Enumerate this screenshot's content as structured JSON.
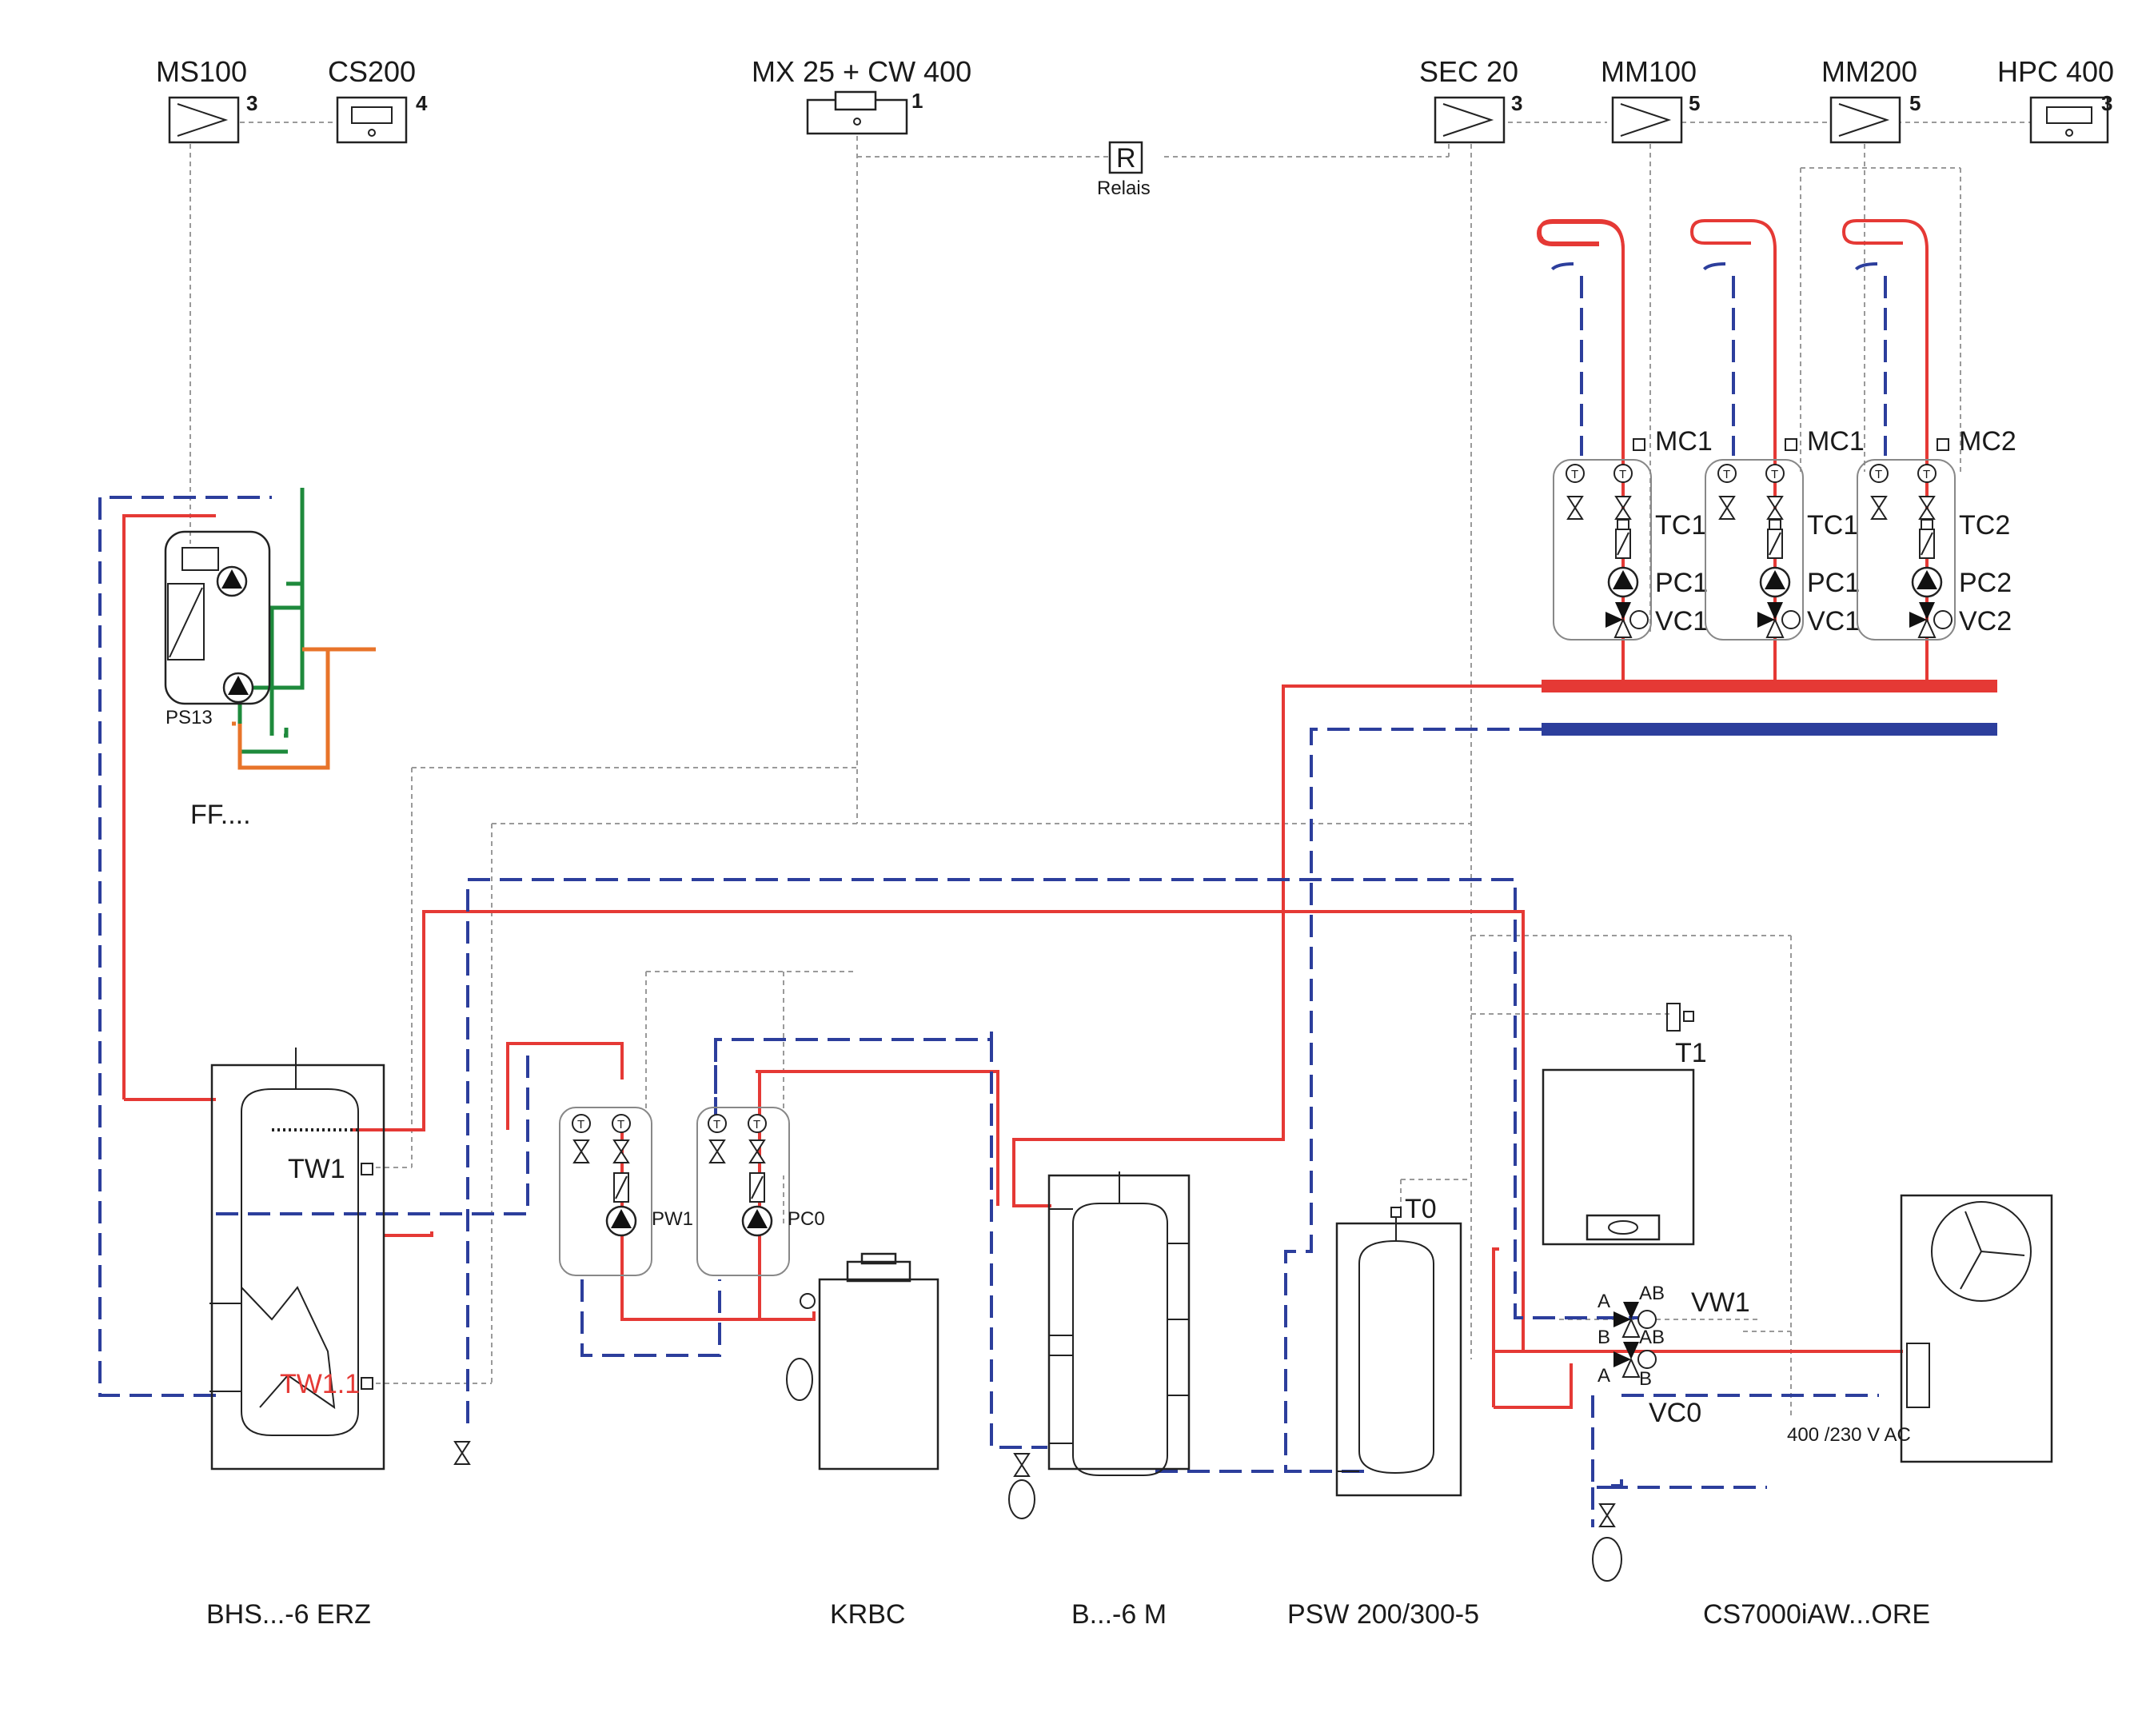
{
  "controllers": {
    "ms100": {
      "label": "MS100",
      "num": "3"
    },
    "cs200": {
      "label": "CS200",
      "num": "4"
    },
    "mx25": {
      "label": "MX 25 + CW 400",
      "num": "1"
    },
    "sec20": {
      "label": "SEC 20",
      "num": "3"
    },
    "mm100": {
      "label": "MM100",
      "num": "5"
    },
    "mm200": {
      "label": "MM200",
      "num": "5"
    },
    "hpc400": {
      "label": "HPC 400",
      "num": "3"
    },
    "relay": {
      "symbol": "R",
      "label": "Relais"
    }
  },
  "circuits": [
    {
      "mc": "MC1",
      "tc": "TC1",
      "pc": "PC1",
      "vc": "VC1"
    },
    {
      "mc": "MC1",
      "tc": "TC1",
      "pc": "PC1",
      "vc": "VC1"
    },
    {
      "mc": "MC2",
      "tc": "TC2",
      "pc": "PC2",
      "vc": "VC2"
    }
  ],
  "station": {
    "model": "PS13",
    "name": "FF...."
  },
  "sensors": {
    "tw1": "TW1",
    "tw11": "TW1.1",
    "pw1": "PW1",
    "pc0": "PC0",
    "t0": "T0",
    "t1": "T1",
    "vw1": "VW1",
    "vc0": "VC0",
    "valve_a1": "A",
    "valve_ab1": "AB",
    "valve_b1": "B",
    "valve_ab2": "AB",
    "valve_a2": "A",
    "valve_b2": "B",
    "supply": "400 /230 V AC",
    "thermo": "T"
  },
  "products": {
    "bhs": "BHS...-6 ERZ",
    "krbc": "KRBC",
    "bm": "B...-6 M",
    "psw": "PSW 200/300-5",
    "cs7000": "CS7000iAW...ORE"
  },
  "colors": {
    "hot": "#e53935",
    "cold": "#2c3e9c",
    "potable": "#1e8a3c",
    "circulation": "#e8742a",
    "control": "#9a9a9a"
  }
}
